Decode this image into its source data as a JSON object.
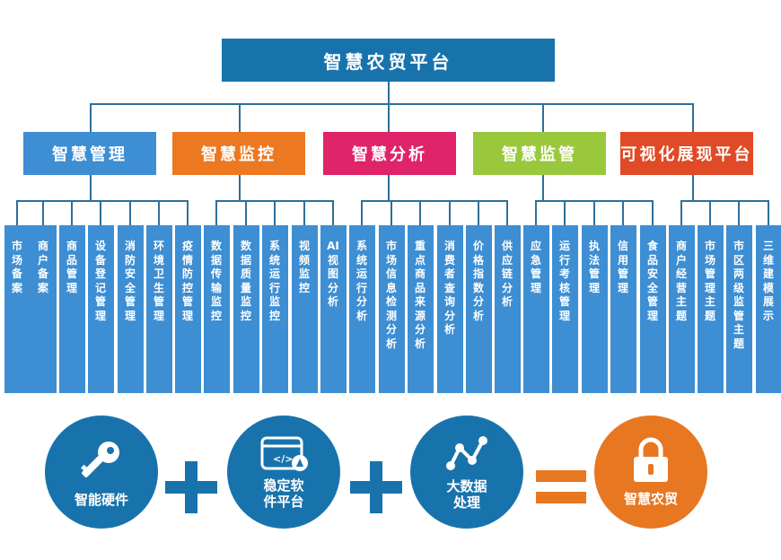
{
  "root": "智慧农贸平台",
  "categories": [
    {
      "label": "智慧管理",
      "color": "#3d8ed3",
      "leaves": [
        "市场备案",
        "商户备案",
        "商品管理",
        "设备登记管理",
        "消防安全管理",
        "环境卫生管理",
        "疫情防控管理"
      ]
    },
    {
      "label": "智慧监控",
      "color": "#ed7822",
      "leaves": [
        "数据传输监控",
        "数据质量监控",
        "系统运行监控",
        "视频监控",
        "AI视图分析"
      ]
    },
    {
      "label": "智慧分析",
      "color": "#e0246a",
      "leaves": [
        "系统运行分析",
        "市场信息检测分析",
        "重点商品来源分析",
        "消费者查询分析",
        "价格指数分析",
        "供应链分析"
      ]
    },
    {
      "label": "智慧监管",
      "color": "#9ac83d",
      "leaves": [
        "应急管理",
        "运行考核管理",
        "执法管理",
        "信用管理",
        "食品安全管理"
      ]
    },
    {
      "label": "可视化展现平台",
      "color": "#e04a26",
      "leaves": [
        "商户经营主题",
        "市场管理主题",
        "市区两级监管主题",
        "三维建模展示"
      ]
    }
  ],
  "equation": {
    "items": [
      {
        "label": "智能硬件",
        "icon": "key-icon",
        "color": "#1873ad"
      },
      {
        "label": "稳定软\n件平台",
        "icon": "code-window-icon",
        "color": "#1873ad"
      },
      {
        "label": "大数据\n处理",
        "icon": "data-graph-icon",
        "color": "#1873ad"
      }
    ],
    "result": {
      "label": "智慧农贸",
      "icon": "lock-icon",
      "color": "#e87722"
    }
  }
}
